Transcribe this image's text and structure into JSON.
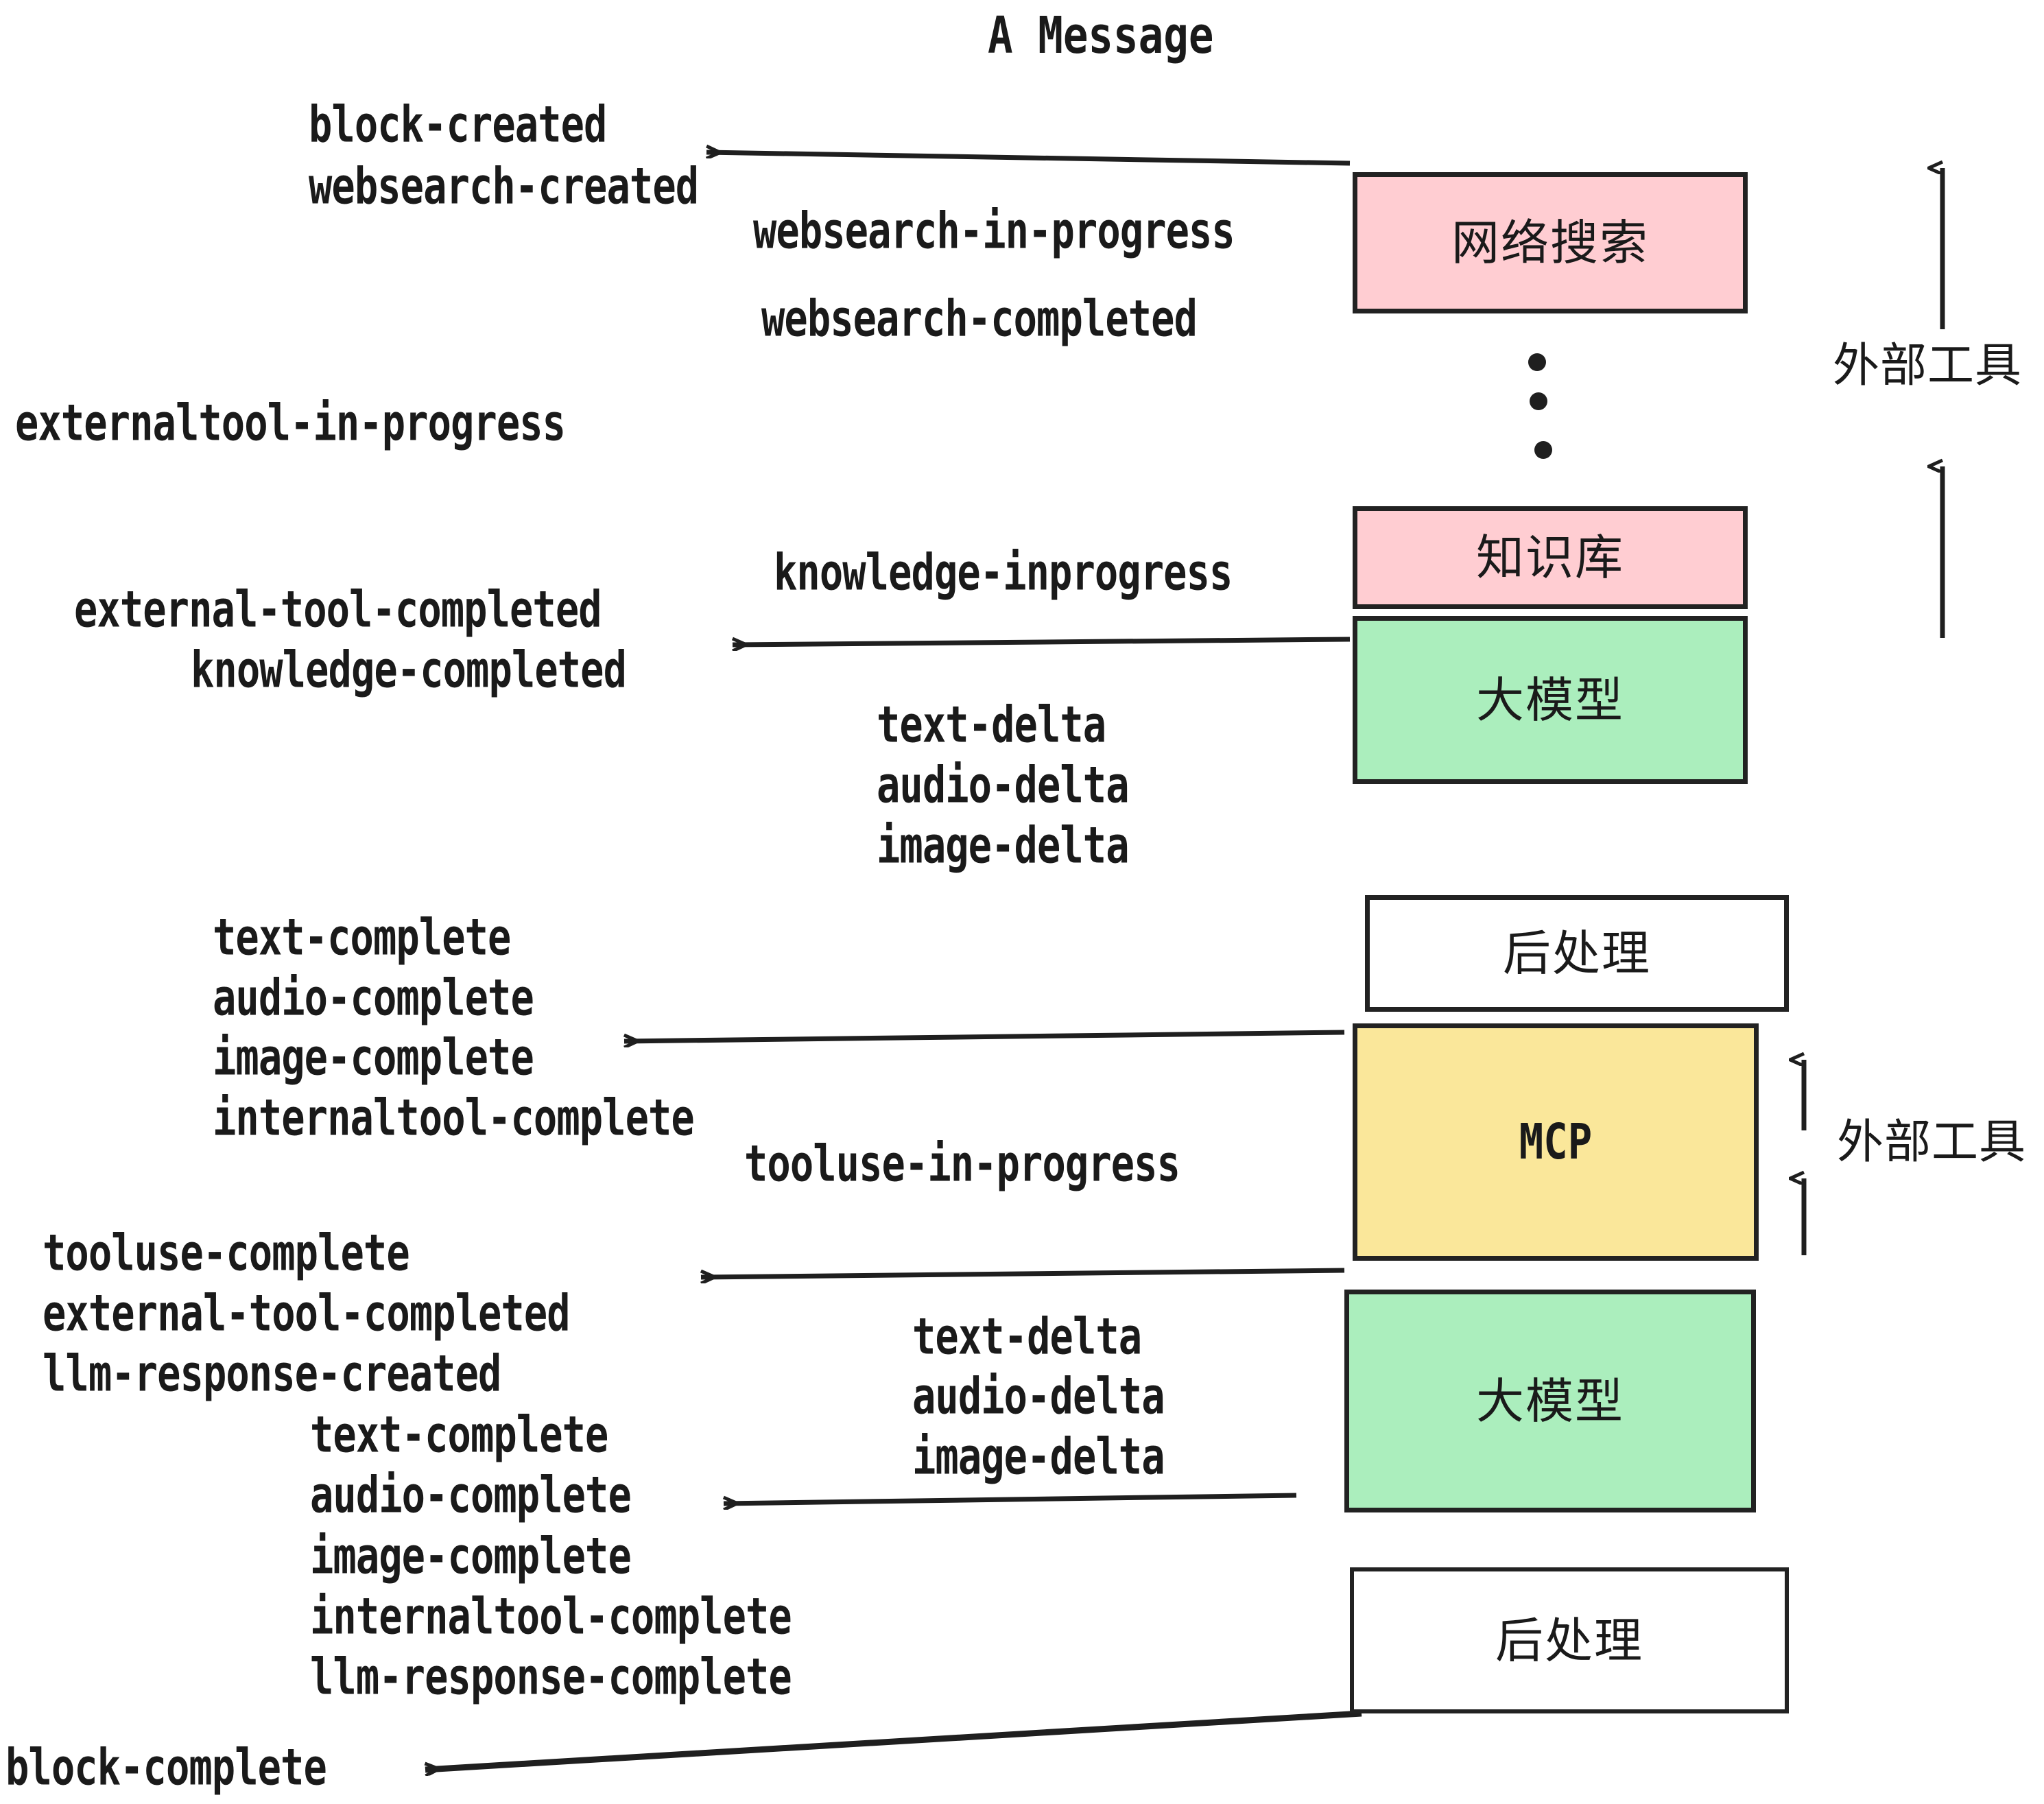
{
  "title": "A Message",
  "colors": {
    "pink": "#ffcdd2",
    "green": "#abeebd",
    "yellow": "#fae79a",
    "white": "#ffffff",
    "stroke": "#222222",
    "text": "#1a1a1a"
  },
  "boxes": [
    {
      "id": "websearch",
      "label": "网络搜索",
      "fill": "#ffcdd2",
      "kind": "cjk"
    },
    {
      "id": "knowledge",
      "label": "知识库",
      "fill": "#ffcdd2",
      "kind": "cjk"
    },
    {
      "id": "llm-top",
      "label": "大模型",
      "fill": "#abeebd",
      "kind": "cjk"
    },
    {
      "id": "postprocess-top",
      "label": "后处理",
      "fill": "#ffffff",
      "kind": "cjk"
    },
    {
      "id": "mcp",
      "label": "MCP",
      "fill": "#fae79a",
      "kind": "mono"
    },
    {
      "id": "llm-bottom",
      "label": "大模型",
      "fill": "#abeebd",
      "kind": "cjk"
    },
    {
      "id": "postprocess-bottom",
      "label": "后处理",
      "fill": "#ffffff",
      "kind": "cjk"
    }
  ],
  "side_labels": [
    {
      "id": "external-tools-top",
      "label": "外部工具"
    },
    {
      "id": "external-tools-bottom",
      "label": "外部工具"
    }
  ],
  "events": [
    {
      "id": "e01",
      "label": "block-created"
    },
    {
      "id": "e02",
      "label": "websearch-created"
    },
    {
      "id": "e03",
      "label": "websearch-in-progress"
    },
    {
      "id": "e04",
      "label": "websearch-completed"
    },
    {
      "id": "e05",
      "label": "externaltool-in-progress"
    },
    {
      "id": "e06",
      "label": "knowledge-inprogress"
    },
    {
      "id": "e07",
      "label": "external-tool-completed"
    },
    {
      "id": "e08",
      "label": "knowledge-completed"
    },
    {
      "id": "e09",
      "label": "text-delta"
    },
    {
      "id": "e10",
      "label": "audio-delta"
    },
    {
      "id": "e11",
      "label": "image-delta"
    },
    {
      "id": "e12",
      "label": "text-complete"
    },
    {
      "id": "e13",
      "label": "audio-complete"
    },
    {
      "id": "e14",
      "label": "image-complete"
    },
    {
      "id": "e15",
      "label": "internaltool-complete"
    },
    {
      "id": "e16",
      "label": "tooluse-in-progress"
    },
    {
      "id": "e17",
      "label": "tooluse-complete"
    },
    {
      "id": "e18",
      "label": "external-tool-completed"
    },
    {
      "id": "e19",
      "label": "llm-response-created"
    },
    {
      "id": "e20",
      "label": "text-delta"
    },
    {
      "id": "e21",
      "label": "audio-delta"
    },
    {
      "id": "e22",
      "label": "image-delta"
    },
    {
      "id": "e23",
      "label": "text-complete"
    },
    {
      "id": "e24",
      "label": "audio-complete"
    },
    {
      "id": "e25",
      "label": "image-complete"
    },
    {
      "id": "e26",
      "label": "internaltool-complete"
    },
    {
      "id": "e27",
      "label": "llm-response-complete"
    },
    {
      "id": "e28",
      "label": "block-complete"
    }
  ]
}
